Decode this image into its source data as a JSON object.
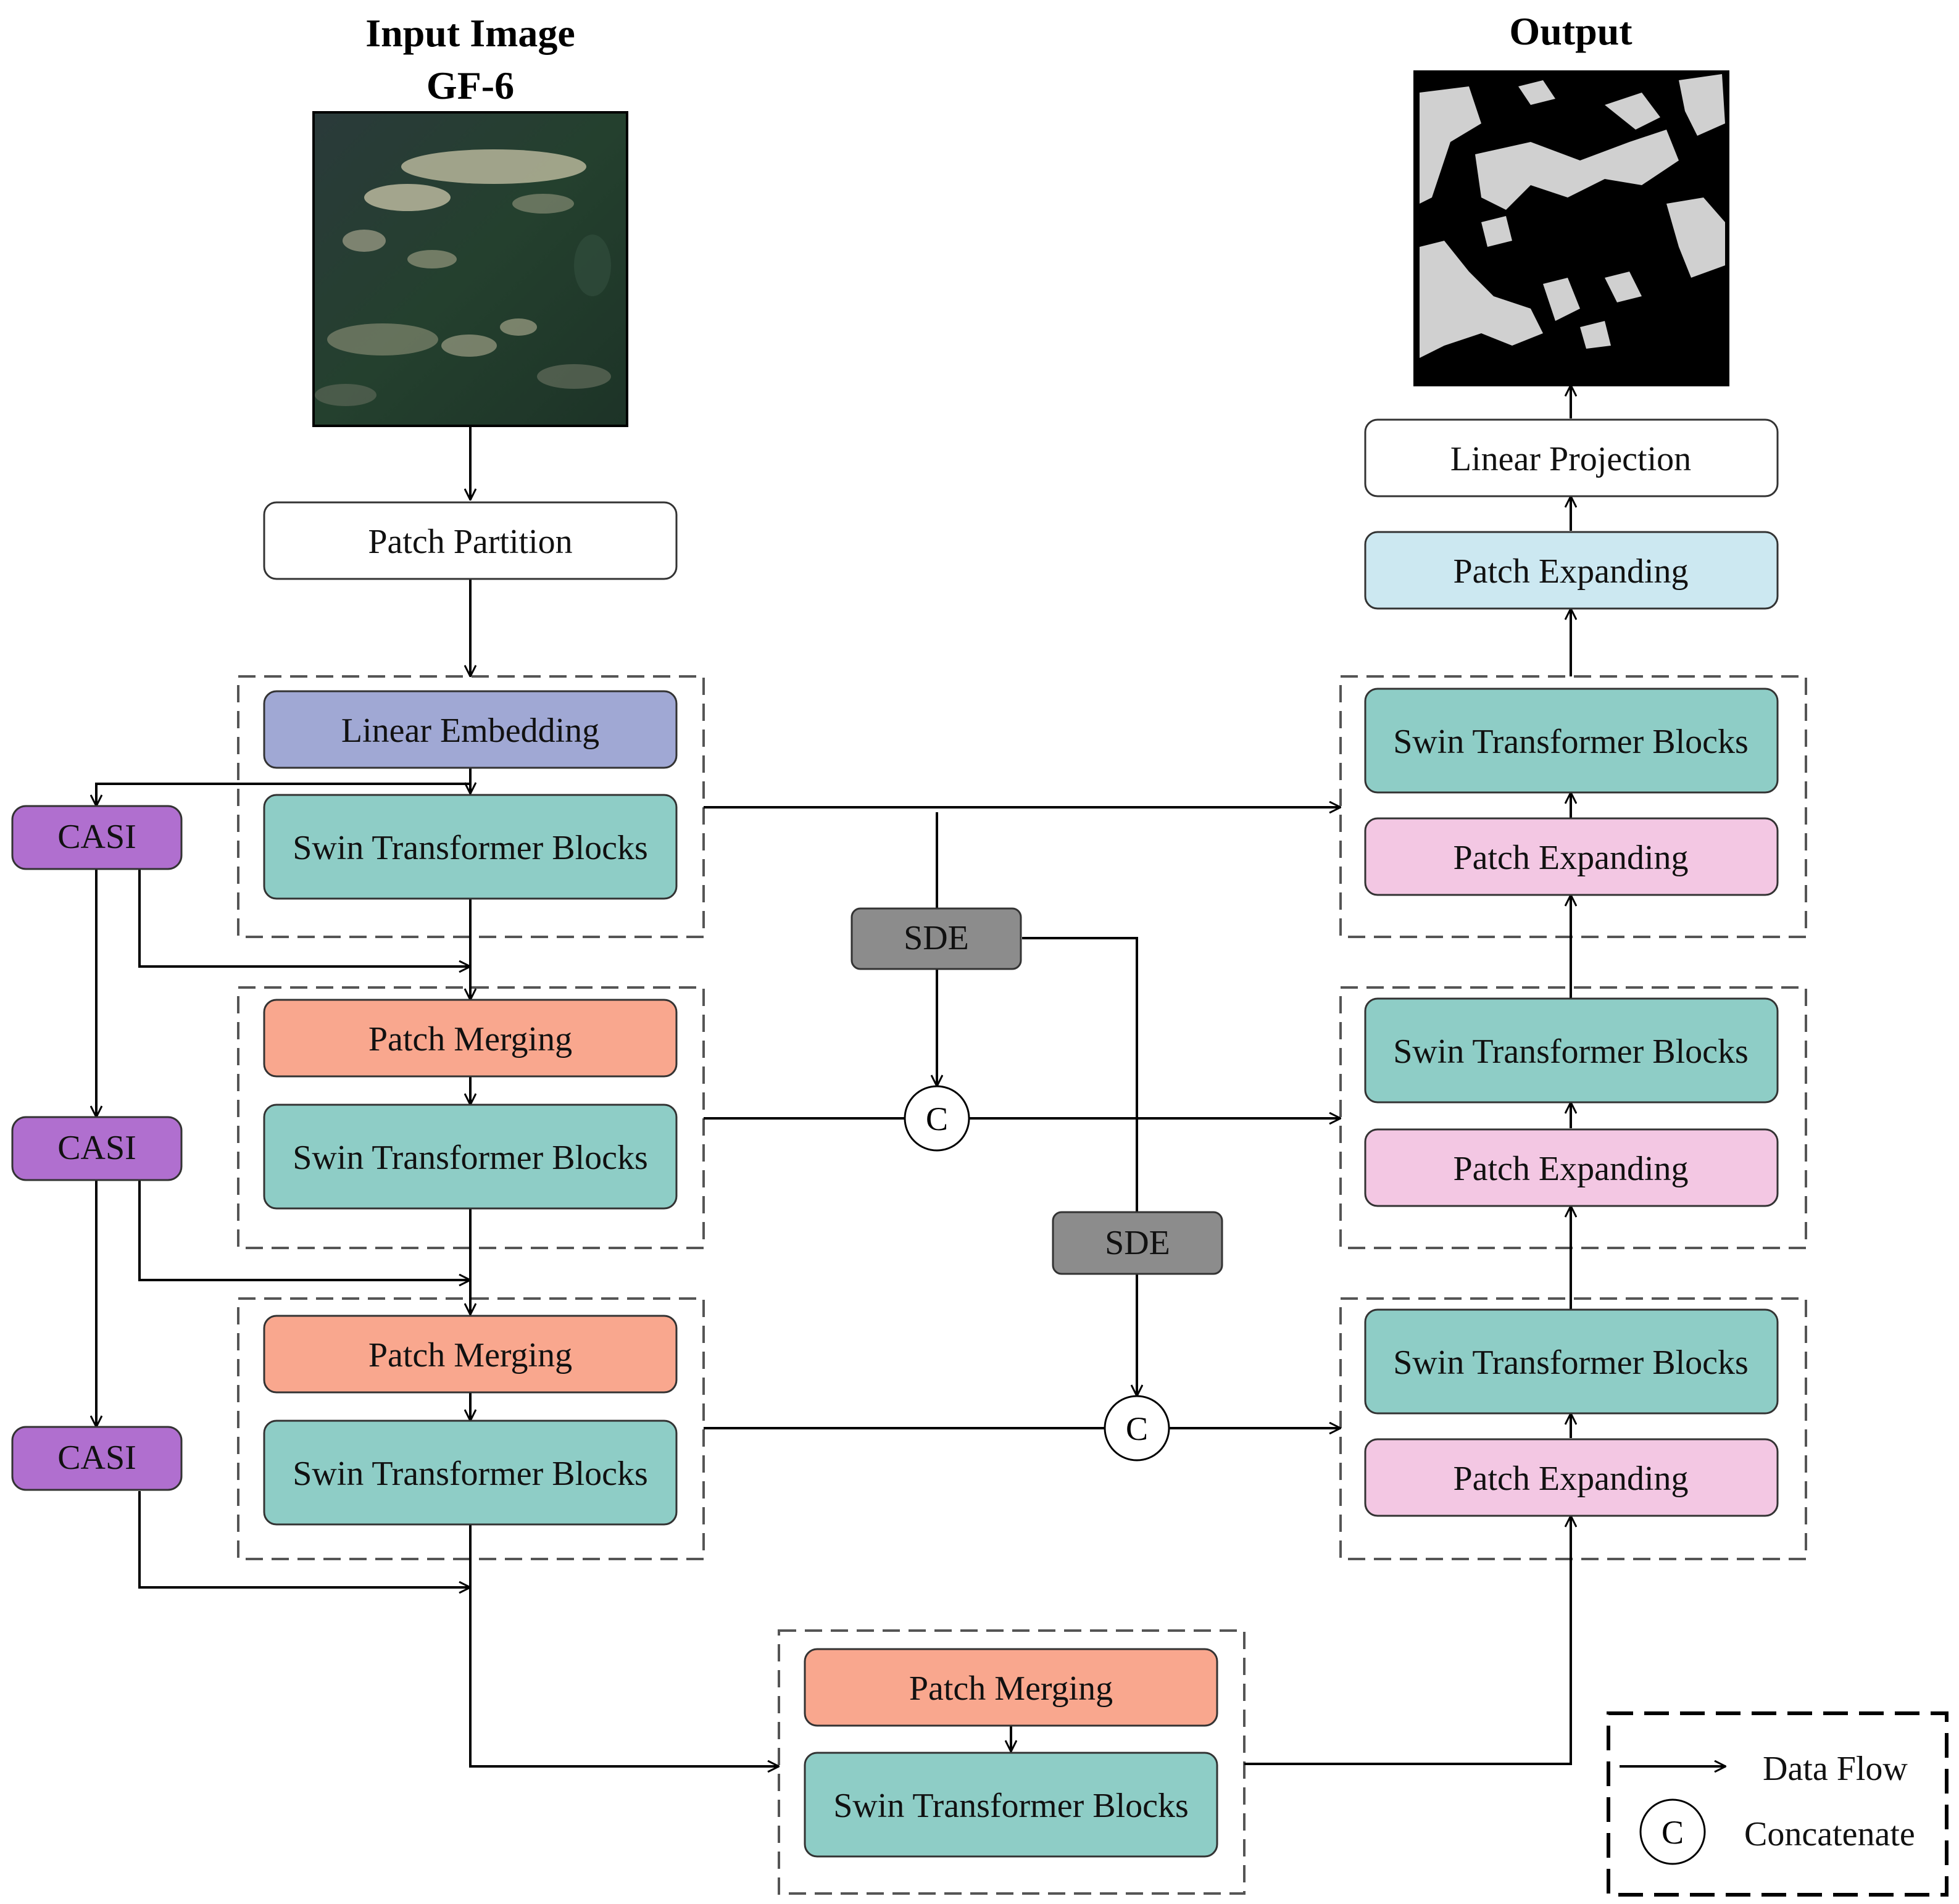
{
  "titles": {
    "input_line1": "Input Image",
    "input_line2": "GF-6",
    "output": "Output"
  },
  "encoder": {
    "patch_partition": "Patch Partition",
    "linear_embedding": "Linear Embedding",
    "stage1_swin": "Swin Transformer Blocks",
    "stage2_merge": "Patch Merging",
    "stage2_swin": "Swin Transformer Blocks",
    "stage3_merge": "Patch Merging",
    "stage3_swin": "Swin Transformer Blocks"
  },
  "bottleneck": {
    "merge": "Patch Merging",
    "swin": "Swin Transformer Blocks"
  },
  "decoder": {
    "linear_projection": "Linear Projection",
    "final_expand": "Patch Expanding",
    "stage1_swin": "Swin Transformer Blocks",
    "stage1_expand": "Patch Expanding",
    "stage2_swin": "Swin Transformer Blocks",
    "stage2_expand": "Patch Expanding",
    "stage3_swin": "Swin Transformer Blocks",
    "stage3_expand": "Patch Expanding"
  },
  "casi": [
    "CASI",
    "CASI",
    "CASI"
  ],
  "sde": [
    "SDE",
    "SDE"
  ],
  "concat_symbol": "C",
  "legend": {
    "data_flow": "Data Flow",
    "concat_symbol": "C",
    "concatenate": "Concatenate"
  },
  "colors": {
    "linear_embedding": "#a0a8d4",
    "swin_blocks": "#8ecdc6",
    "patch_merging": "#f9a78e",
    "patch_expanding_pink": "#f3c7e3",
    "patch_expanding_blue": "#cce8f1",
    "casi": "#b06fcf",
    "sde": "#8c8c8c"
  }
}
